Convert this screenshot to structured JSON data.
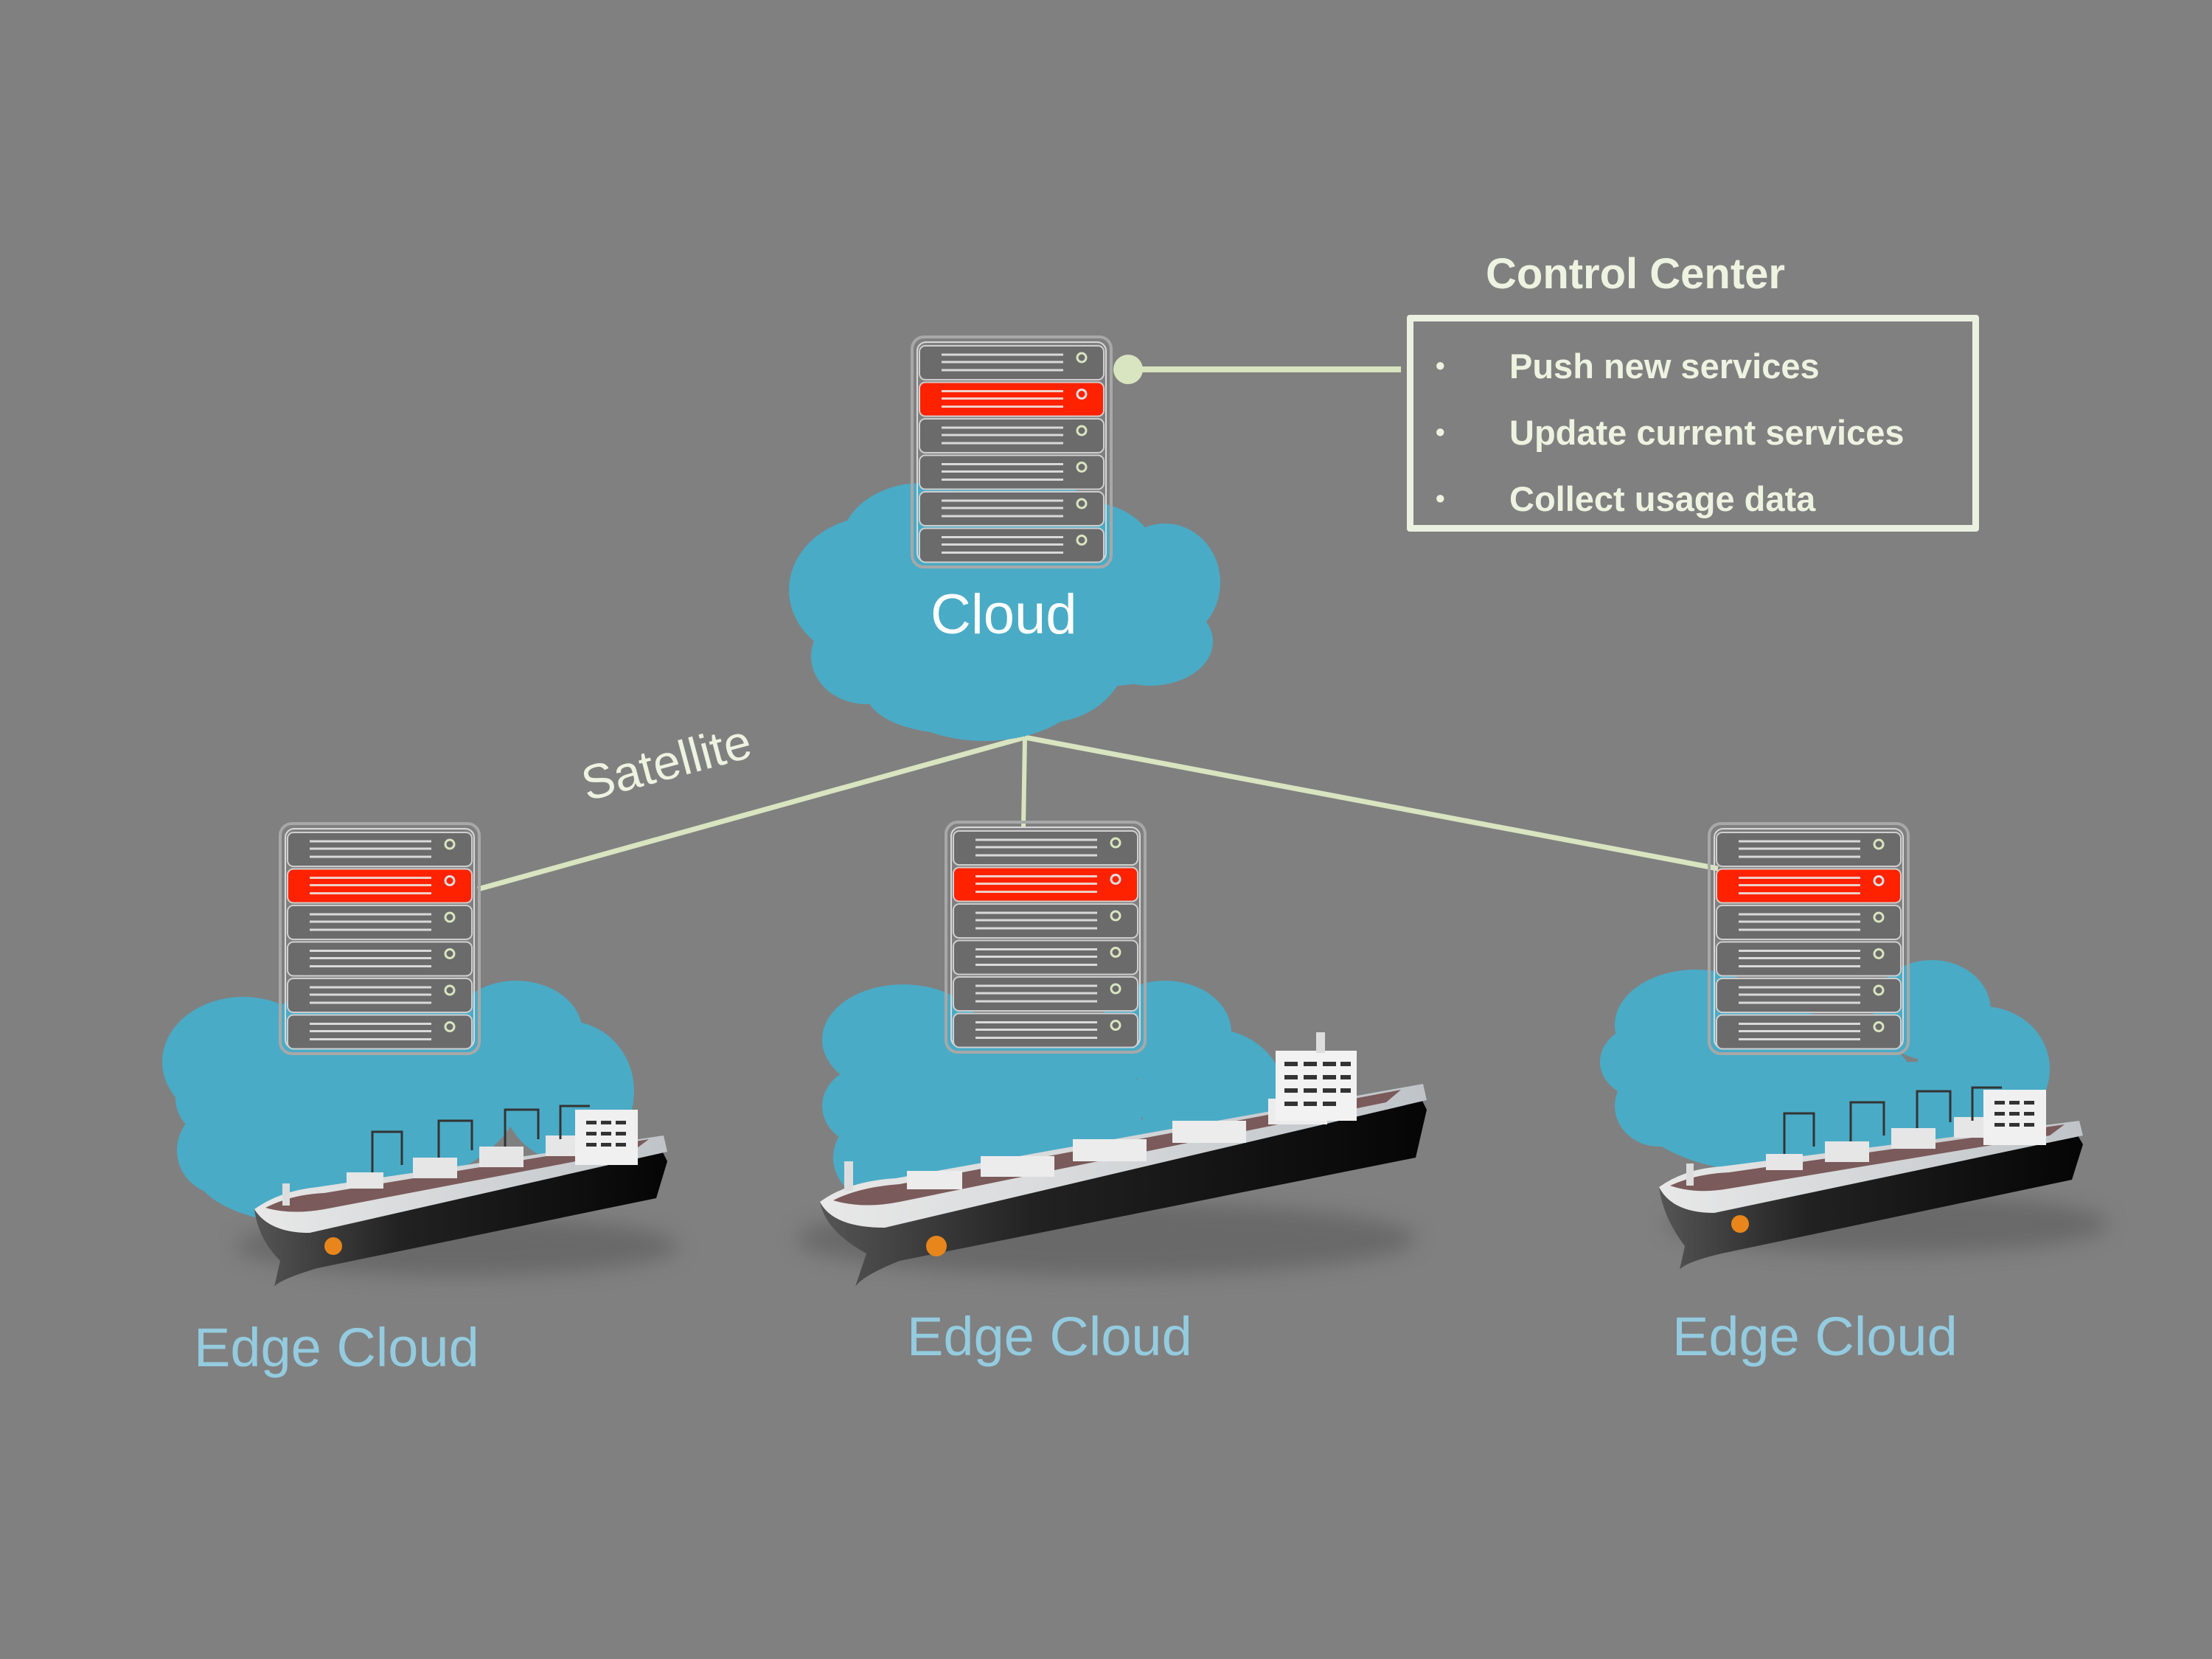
{
  "diagram": {
    "title": "Edge cloud architecture for ships",
    "colors": {
      "background": "#808080",
      "cloud": "#4aabc6",
      "link": "#d9e4c0",
      "server_body": "#6b6b6b",
      "server_alert": "#ff2200",
      "text_light": "#eef2e0",
      "edge_label": "#94cbdf"
    },
    "control_center": {
      "title": "Control Center",
      "items": [
        {
          "bullet": "•",
          "text": "Push new services"
        },
        {
          "bullet": "•",
          "text": "Update current services"
        },
        {
          "bullet": "•",
          "text": "Collect usage data"
        }
      ]
    },
    "central_cloud": {
      "label": "Cloud",
      "icon": "server-rack-icon"
    },
    "link_label": "Satellite",
    "edge_nodes": [
      {
        "label": "Edge Cloud",
        "icon": "cargo-ship-icon",
        "ship_type": "crane-ship"
      },
      {
        "label": "Edge Cloud",
        "icon": "cargo-ship-icon",
        "ship_type": "tanker"
      },
      {
        "label": "Edge Cloud",
        "icon": "cargo-ship-icon",
        "ship_type": "crane-ship"
      }
    ]
  }
}
